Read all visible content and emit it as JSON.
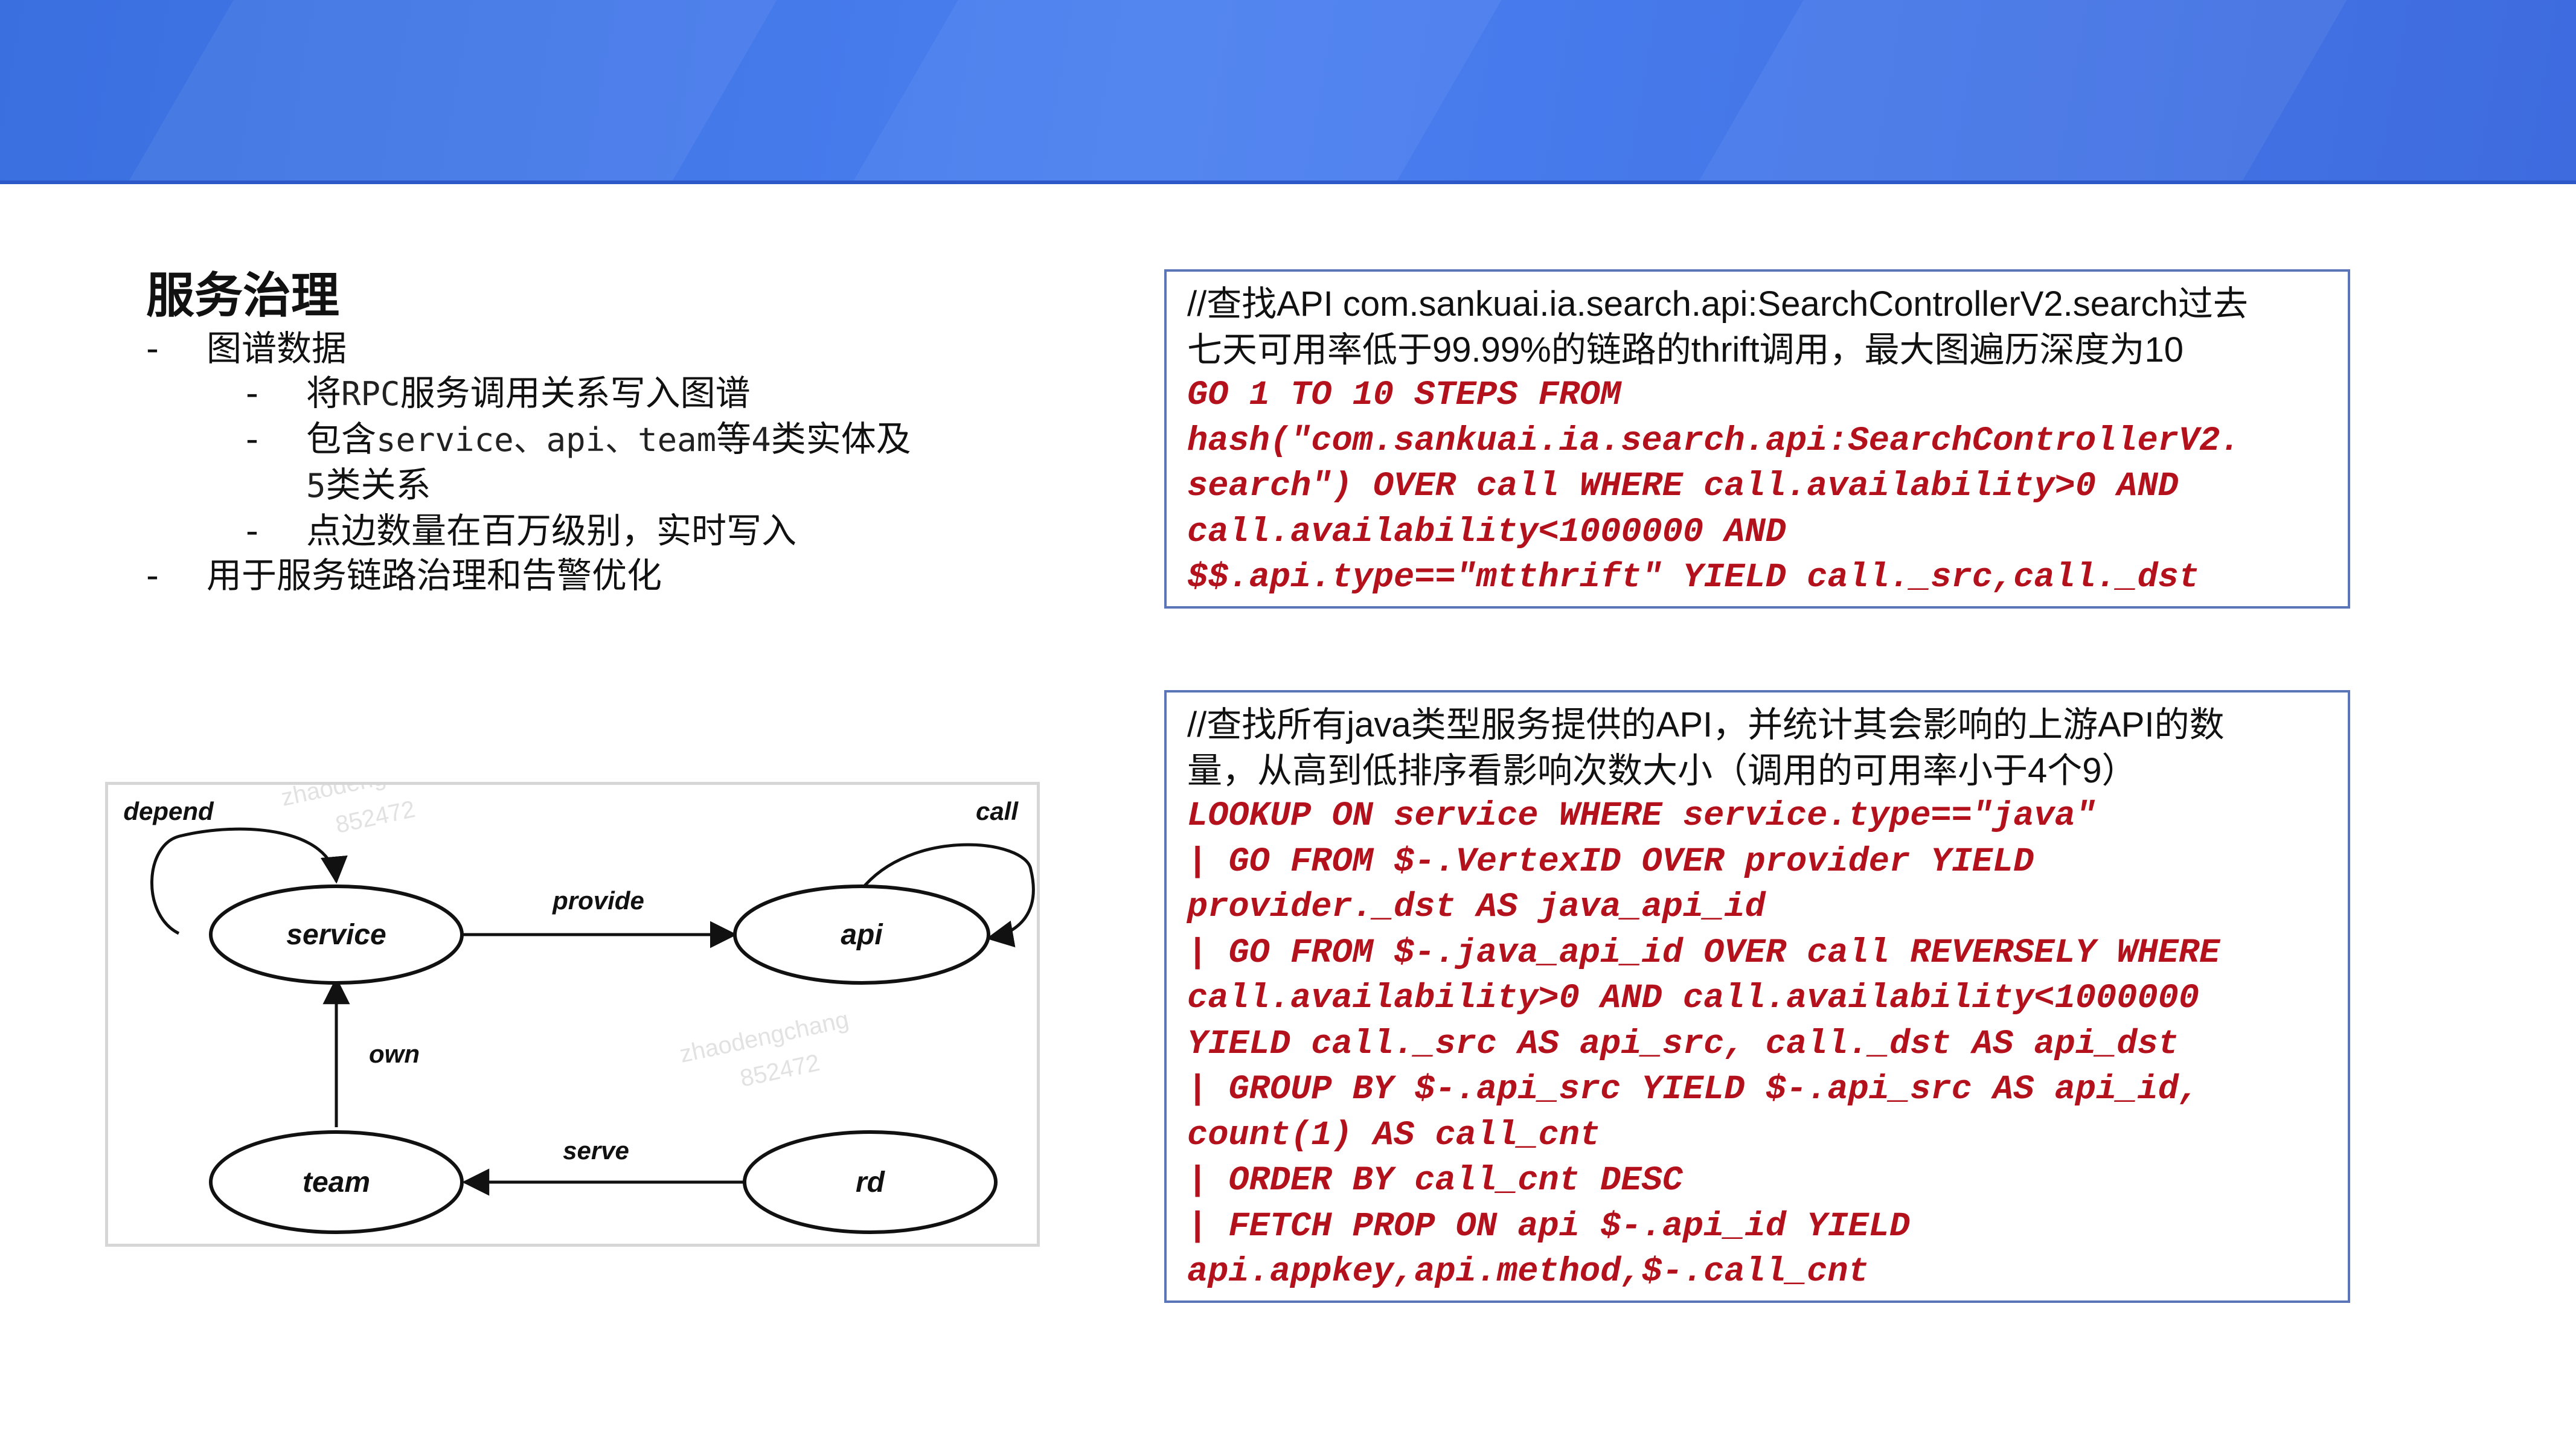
{
  "left": {
    "title": "服务治理",
    "bullet_marker": "-",
    "items": [
      {
        "text": "图谱数据"
      },
      {
        "pre": "将",
        "mono": "RPC",
        "post": "服务调用关系写入图谱"
      },
      {
        "pre": "包含",
        "mono": "service、api、team",
        "mid": "等",
        "mono2": "4",
        "post": "类实体及"
      },
      {
        "mono": "5",
        "post": "类关系"
      },
      {
        "text": "点边数量在百万级别，实时写入"
      },
      {
        "text": "用于服务链路治理和告警优化"
      }
    ]
  },
  "diagram": {
    "nodes": {
      "service": "service",
      "api": "api",
      "team": "team",
      "rd": "rd"
    },
    "edges": {
      "depend": "depend",
      "call": "call",
      "provide": "provide",
      "own": "own",
      "serve": "serve"
    },
    "watermark": {
      "name": "zhaodengchang",
      "id": "852472"
    }
  },
  "query1": {
    "comment_lines": [
      "//查找API com.sankuai.ia.search.api:SearchControllerV2.search过去",
      "七天可用率低于99.99%的链路的thrift调用，最大图遍历深度为10"
    ],
    "code_lines": [
      "GO 1 TO 10 STEPS FROM",
      "hash(\"com.sankuai.ia.search.api:SearchControllerV2.",
      "search\") OVER call WHERE call.availability>0 AND",
      "call.availability<1000000 AND",
      "$$.api.type==\"mtthrift\" YIELD call._src,call._dst"
    ]
  },
  "query2": {
    "comment_lines": [
      "//查找所有java类型服务提供的API，并统计其会影响的上游API的数",
      "量，从高到低排序看影响次数大小（调用的可用率小于4个9）"
    ],
    "code_lines": [
      "LOOKUP ON service WHERE service.type==\"java\"",
      "| GO FROM $-.VertexID OVER provider YIELD",
      "provider._dst AS java_api_id",
      "| GO FROM $-.java_api_id OVER call REVERSELY WHERE",
      "call.availability>0 AND call.availability<1000000",
      "YIELD call._src AS api_src, call._dst AS api_dst",
      "| GROUP BY $-.api_src YIELD $-.api_src AS api_id,",
      "count(1) AS call_cnt",
      "| ORDER BY call_cnt DESC",
      "| FETCH PROP ON api $-.api_id YIELD",
      "api.appkey,api.method,$-.call_cnt"
    ]
  },
  "colors": {
    "banner": "#3e73e6",
    "code": "#b3121d",
    "box_border": "#5a76b8"
  }
}
